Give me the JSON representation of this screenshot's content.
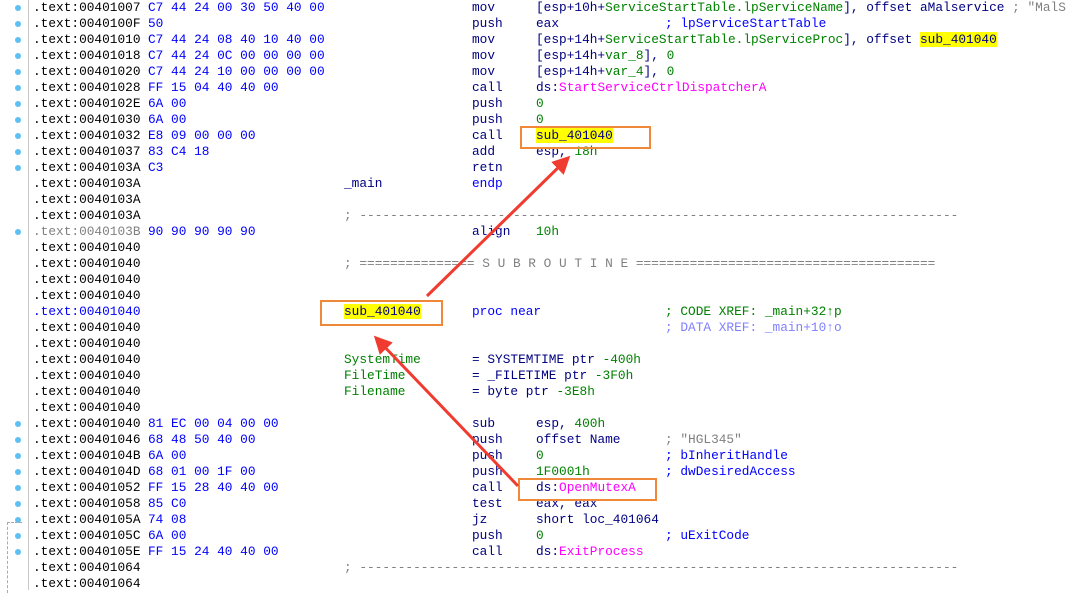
{
  "colors": {
    "highlight": "#ffff00",
    "box": "#f0883a",
    "arrow": "#f03c30"
  },
  "lines": [
    {
      "addr": ".text:00401007",
      "bytes": "C7 44 24 00 30 50 40 00",
      "mnem": "mov",
      "ops": [
        [
          "[esp+10h+",
          "navy"
        ],
        [
          "ServiceStartTable.lpServiceName",
          "green"
        ],
        [
          "], offset aMalservice",
          "navy"
        ],
        [
          " ; \"MalS",
          "gray"
        ]
      ],
      "dot": true
    },
    {
      "addr": ".text:0040100F",
      "bytes": "50",
      "mnem": "push",
      "ops": [
        [
          "eax",
          "navy"
        ]
      ],
      "cmt": [
        [
          "; lpServiceStartTable",
          "blue"
        ]
      ],
      "dot": true
    },
    {
      "addr": ".text:00401010",
      "bytes": "C7 44 24 08 40 10 40 00",
      "mnem": "mov",
      "ops": [
        [
          "[esp+14h+",
          "navy"
        ],
        [
          "ServiceStartTable.lpServiceProc",
          "green"
        ],
        [
          "], offset ",
          "navy"
        ],
        [
          "sub_401040",
          "hl"
        ]
      ],
      "dot": true
    },
    {
      "addr": ".text:00401018",
      "bytes": "C7 44 24 0C 00 00 00 00",
      "mnem": "mov",
      "ops": [
        [
          "[esp+14h+",
          "navy"
        ],
        [
          "var_8",
          "green"
        ],
        [
          "], ",
          "navy"
        ],
        [
          "0",
          "green"
        ]
      ],
      "dot": true
    },
    {
      "addr": ".text:00401020",
      "bytes": "C7 44 24 10 00 00 00 00",
      "mnem": "mov",
      "ops": [
        [
          "[esp+14h+",
          "navy"
        ],
        [
          "var_4",
          "green"
        ],
        [
          "], ",
          "navy"
        ],
        [
          "0",
          "green"
        ]
      ],
      "dot": true
    },
    {
      "addr": ".text:00401028",
      "bytes": "FF 15 04 40 40 00",
      "mnem": "call",
      "ops": [
        [
          "ds:",
          "navy"
        ],
        [
          "StartServiceCtrlDispatcherA",
          "mag"
        ]
      ],
      "dot": true
    },
    {
      "addr": ".text:0040102E",
      "bytes": "6A 00",
      "mnem": "push",
      "ops": [
        [
          "0",
          "green"
        ]
      ],
      "dot": true
    },
    {
      "addr": ".text:00401030",
      "bytes": "6A 00",
      "mnem": "push",
      "ops": [
        [
          "0",
          "green"
        ]
      ],
      "dot": true
    },
    {
      "addr": ".text:00401032",
      "bytes": "E8 09 00 00 00",
      "mnem": "call",
      "ops": [
        [
          "sub_401040",
          "hl"
        ]
      ],
      "dot": true
    },
    {
      "addr": ".text:00401037",
      "bytes": "83 C4 18",
      "mnem": "add",
      "ops": [
        [
          "esp, ",
          "navy"
        ],
        [
          "18h",
          "green"
        ]
      ],
      "dot": true
    },
    {
      "addr": ".text:0040103A",
      "bytes": "C3",
      "mnem": "retn",
      "dot": true
    },
    {
      "addr": ".text:0040103A",
      "label": [
        [
          "_main",
          "navy"
        ]
      ],
      "mnem": "endp",
      "mnemClass": "blue"
    },
    {
      "addr": ".text:0040103A"
    },
    {
      "addr": ".text:0040103A",
      "label": [
        [
          "; ------------------------------------------------------------------------------",
          "gray"
        ]
      ]
    },
    {
      "addr": ".text:0040103B",
      "addrClass": "gray",
      "bytes": "90 90 90 90 90",
      "mnem": "align",
      "ops": [
        [
          "10h",
          "green"
        ]
      ],
      "dot": true
    },
    {
      "addr": ".text:00401040"
    },
    {
      "addr": ".text:00401040",
      "label": [
        [
          "; =============== S U B R O U T I N E =======================================",
          "gray"
        ]
      ]
    },
    {
      "addr": ".text:00401040"
    },
    {
      "addr": ".text:00401040"
    },
    {
      "addr": ".text:00401040",
      "addrClass": "blue",
      "label": [
        [
          "sub_401040",
          "hl"
        ]
      ],
      "mnem": "proc near",
      "mnemClass": "blue",
      "cmt": [
        [
          "; CODE XREF: _main+32↑p",
          "green"
        ]
      ]
    },
    {
      "addr": ".text:00401040",
      "cmt": [
        [
          "; DATA XREF: _main+10↑o",
          "lav"
        ]
      ]
    },
    {
      "addr": ".text:00401040"
    },
    {
      "addr": ".text:00401040",
      "label": [
        [
          "SystemTime",
          "green"
        ]
      ],
      "mnem": "= SYSTEMTIME ptr ",
      "mnemTail": [
        [
          "-400h",
          "green"
        ]
      ]
    },
    {
      "addr": ".text:00401040",
      "label": [
        [
          "FileTime",
          "green"
        ]
      ],
      "mnem": "= _FILETIME ptr ",
      "mnemTail": [
        [
          "-3F0h",
          "green"
        ]
      ]
    },
    {
      "addr": ".text:00401040",
      "label": [
        [
          "Filename",
          "green"
        ]
      ],
      "mnem": "= byte ptr ",
      "mnemTail": [
        [
          "-3E8h",
          "green"
        ]
      ]
    },
    {
      "addr": ".text:00401040"
    },
    {
      "addr": ".text:00401040",
      "bytes": "81 EC 00 04 00 00",
      "mnem": "sub",
      "ops": [
        [
          "esp, ",
          "navy"
        ],
        [
          "400h",
          "green"
        ]
      ],
      "dot": true
    },
    {
      "addr": ".text:00401046",
      "bytes": "68 48 50 40 00",
      "mnem": "push",
      "ops": [
        [
          "offset Name",
          "navy"
        ]
      ],
      "cmt": [
        [
          "; \"HGL345\"",
          "gray"
        ]
      ],
      "dot": true
    },
    {
      "addr": ".text:0040104B",
      "bytes": "6A 00",
      "mnem": "push",
      "ops": [
        [
          "0",
          "green"
        ]
      ],
      "cmt": [
        [
          "; bInheritHandle",
          "blue"
        ]
      ],
      "dot": true
    },
    {
      "addr": ".text:0040104D",
      "bytes": "68 01 00 1F 00",
      "mnem": "push",
      "ops": [
        [
          "1F0001h",
          "green"
        ]
      ],
      "cmt": [
        [
          "; dwDesiredAccess",
          "blue"
        ]
      ],
      "dot": true
    },
    {
      "addr": ".text:00401052",
      "bytes": "FF 15 28 40 40 00",
      "mnem": "call",
      "ops": [
        [
          "ds:",
          "navy"
        ],
        [
          "OpenMutexA",
          "mag"
        ]
      ],
      "dot": true
    },
    {
      "addr": ".text:00401058",
      "bytes": "85 C0",
      "mnem": "test",
      "ops": [
        [
          "eax, eax",
          "navy"
        ]
      ],
      "dot": true
    },
    {
      "addr": ".text:0040105A",
      "bytes": "74 08",
      "mnem": "jz",
      "ops": [
        [
          "short loc_401064",
          "navy"
        ]
      ],
      "dot": true
    },
    {
      "addr": ".text:0040105C",
      "bytes": "6A 00",
      "mnem": "push",
      "ops": [
        [
          "0",
          "green"
        ]
      ],
      "cmt": [
        [
          "; uExitCode",
          "blue"
        ]
      ],
      "dot": true
    },
    {
      "addr": ".text:0040105E",
      "bytes": "FF 15 24 40 40 00",
      "mnem": "call",
      "ops": [
        [
          "ds:",
          "navy"
        ],
        [
          "ExitProcess",
          "mag"
        ]
      ],
      "dot": true
    },
    {
      "addr": ".text:00401064",
      "label": [
        [
          "; ------------------------------------------------------------------------------",
          "gray"
        ]
      ]
    },
    {
      "addr": ".text:00401064"
    }
  ]
}
